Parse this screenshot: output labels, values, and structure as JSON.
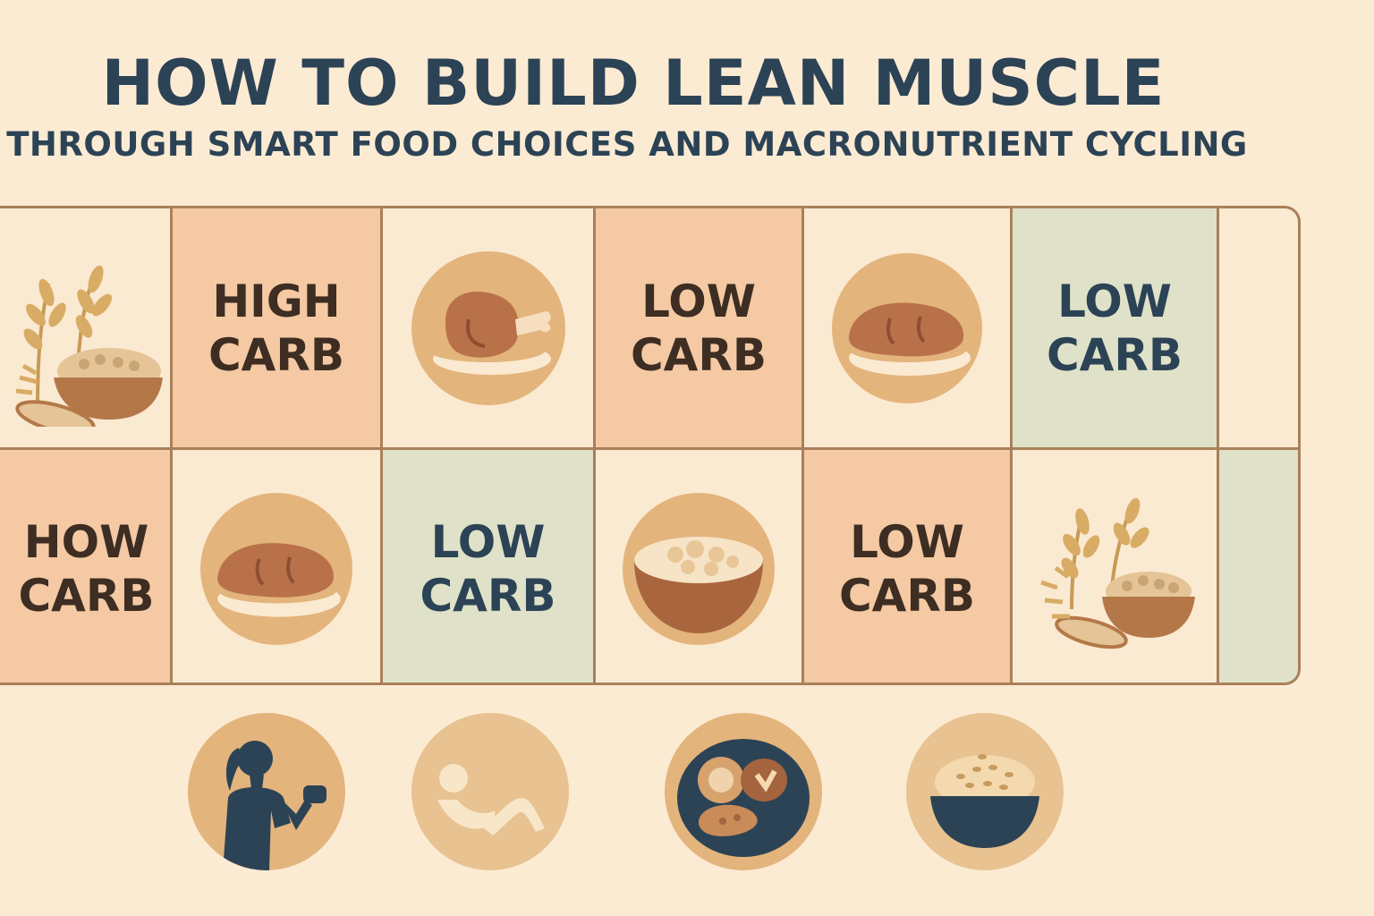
{
  "header": {
    "title": "HOW TO BUILD LEAN MUSCLE",
    "subtitle": "THROUGH SMART FOOD CHOICES AND MACRONUTRIENT CYCLING"
  },
  "grid": {
    "row1": [
      {
        "kind": "icon",
        "icon": "grain-bowl-icon"
      },
      {
        "kind": "label",
        "text": "HIGH\nCARB"
      },
      {
        "kind": "icon",
        "icon": "chicken-leg-icon"
      },
      {
        "kind": "label",
        "text": "LOW\nCARB"
      },
      {
        "kind": "icon",
        "icon": "sweet-potato-icon"
      },
      {
        "kind": "label",
        "text": "LOW\nCARB"
      },
      {
        "kind": "blank"
      }
    ],
    "row2": [
      {
        "kind": "label",
        "text": "HOW\nCARB"
      },
      {
        "kind": "icon",
        "icon": "sweet-potato-icon"
      },
      {
        "kind": "label",
        "text": "LOW\nCARB"
      },
      {
        "kind": "icon",
        "icon": "rice-bowl-icon"
      },
      {
        "kind": "label",
        "text": "LOW\nCARB"
      },
      {
        "kind": "icon",
        "icon": "grain-bowl-icon"
      },
      {
        "kind": "blank"
      }
    ]
  },
  "bottom_icons": [
    "dumbbell-woman-icon",
    "situp-exercise-icon",
    "food-plate-icon",
    "grain-bowl-dark-icon"
  ],
  "colors": {
    "background": "#fcebd3",
    "title": "#2c4356",
    "peach": "#f4c9a3",
    "sage": "#dfe2c8",
    "border": "#a9805a"
  }
}
